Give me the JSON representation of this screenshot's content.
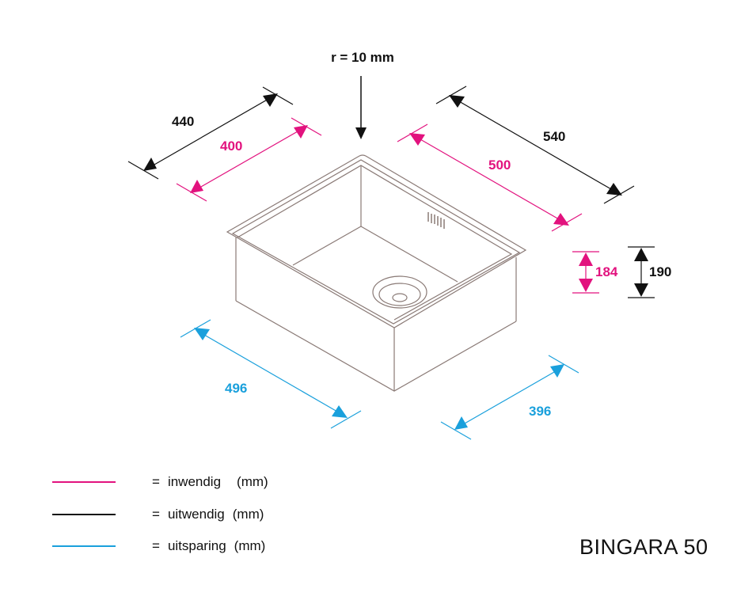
{
  "radius_label": "r = 10 mm",
  "dimensions": {
    "outer_depth": "440",
    "inner_depth": "400",
    "outer_width": "540",
    "inner_width": "500",
    "inner_height": "184",
    "outer_height": "190",
    "cutout_width": "496",
    "cutout_depth": "396"
  },
  "colors": {
    "inwendig": "#e2127e",
    "uitwendig": "#111111",
    "uitsparing": "#1aa0dc",
    "sink_outline": "#8a7a76"
  },
  "legend": [
    {
      "key": "inwendig",
      "eq": "=",
      "label": "inwendig",
      "unit": "(mm)"
    },
    {
      "key": "uitwendig",
      "eq": "=",
      "label": "uitwendig",
      "unit": "(mm)"
    },
    {
      "key": "uitsparing",
      "eq": "=",
      "label": "uitsparing",
      "unit": "(mm)"
    }
  ],
  "model_name": "BINGARA 50"
}
